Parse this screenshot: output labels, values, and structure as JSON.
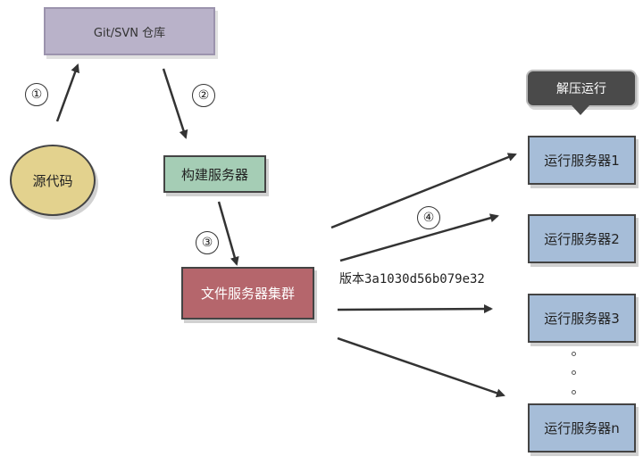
{
  "nodes": {
    "repo": "Git/SVN 仓库",
    "source": "源代码",
    "builder": "构建服务器",
    "file_server": "文件服务器集群",
    "run_servers": [
      "运行服务器1",
      "运行服务器2",
      "运行服务器3",
      "运行服务器n"
    ]
  },
  "tooltip": "解压运行",
  "steps": [
    "①",
    "②",
    "③",
    "④"
  ],
  "version_label": "版本3a1030d56b079e32",
  "colors": {
    "repo": "#b9b2c9",
    "source": "#e3d28e",
    "builder": "#a5cdb5",
    "file_server": "#b5666c",
    "run_server": "#a6bdd8",
    "tooltip": "#4a4a4a",
    "arrow": "#333333"
  }
}
